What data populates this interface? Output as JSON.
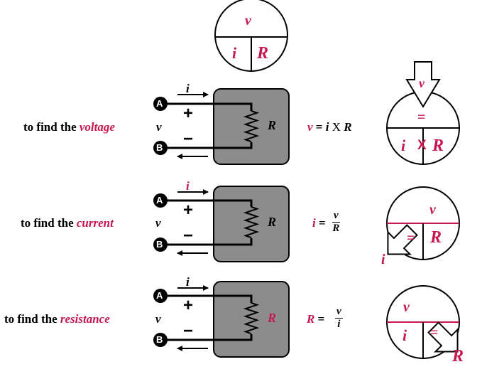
{
  "colors": {
    "accent": "#c8174f",
    "box": "#8c8c8c",
    "ink": "#000000"
  },
  "top_circle": {
    "v": "v",
    "i": "i",
    "R": "R"
  },
  "rows": [
    {
      "prefix": "to find the ",
      "quantity": "voltage",
      "v_label": "v",
      "terminal_a": "A",
      "terminal_b": "B",
      "current": "i",
      "plus": "+",
      "minus": "−",
      "resistor": "R",
      "formula": {
        "lhs": "v",
        "eq": "=",
        "a": "i",
        "op": "X",
        "b": "R"
      },
      "circle": {
        "top": "v",
        "mid": "=",
        "left": "i",
        "op": "X",
        "right": "R"
      },
      "arrow_letter": "v"
    },
    {
      "prefix": "to find the ",
      "quantity": "current",
      "v_label": "v",
      "terminal_a": "A",
      "terminal_b": "B",
      "current": "i",
      "plus": "+",
      "minus": "−",
      "resistor": "R",
      "formula": {
        "lhs": "i",
        "eq": "=",
        "num": "v",
        "den": "R"
      },
      "circle": {
        "top": "v",
        "left": "=",
        "right": "R"
      },
      "arrow_letter": "i"
    },
    {
      "prefix": "to find the ",
      "quantity": "resistance",
      "v_label": "v",
      "terminal_a": "A",
      "terminal_b": "B",
      "current": "i",
      "plus": "+",
      "minus": "−",
      "resistor": "R",
      "formula": {
        "lhs": "R",
        "eq": "=",
        "num": "v",
        "den": "i"
      },
      "circle": {
        "top": "v",
        "left": "i",
        "right": "="
      },
      "arrow_letter": "R"
    }
  ]
}
